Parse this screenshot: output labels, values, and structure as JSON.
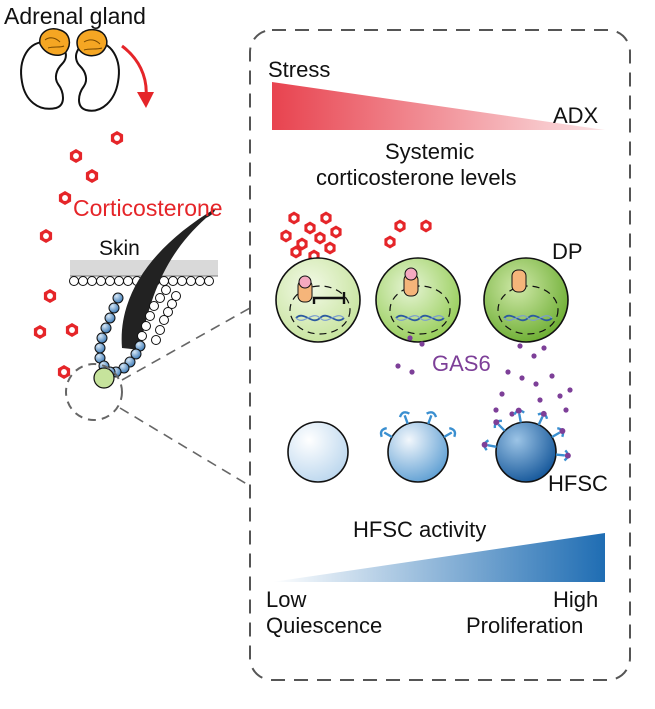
{
  "labels": {
    "adrenal_gland": "Adrenal gland",
    "corticosterone": "Corticosterone",
    "skin": "Skin",
    "stress": "Stress",
    "adx": "ADX",
    "systemic_line1": "Systemic",
    "systemic_line2": "corticosterone levels",
    "dp": "DP",
    "gas6": "GAS6",
    "hfsc": "HFSC",
    "hfsc_activity": "HFSC activity",
    "low": "Low",
    "quiescence": "Quiescence",
    "high": "High",
    "proliferation": "Proliferation"
  },
  "colors": {
    "corticosterone": "#e52529",
    "gas6": "#7d3f98",
    "hfsc_blue": "#1f6db3",
    "dp_green": "#8dc63f",
    "stress_red": "#e8434f"
  }
}
